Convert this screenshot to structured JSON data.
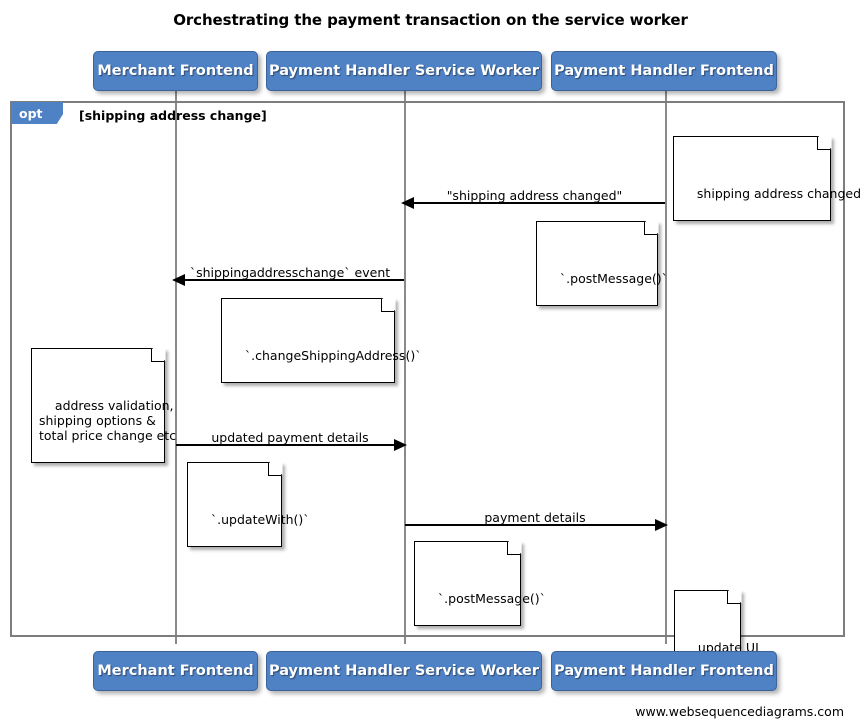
{
  "diagram": {
    "title": "Orchestrating the payment transaction on the service worker",
    "type": "sequence-diagram",
    "credit": "www.websequencediagrams.com",
    "colors": {
      "participant_fill": "#4F81C5",
      "participant_border": "#3B6399",
      "participant_text": "#FFFFFF",
      "frame_border": "#7D7D7D",
      "lifeline": "#8A8A8A",
      "message": "#000000",
      "note_fill": "#FFFFFF",
      "note_border": "#000000",
      "background": "#FFFFFF"
    }
  },
  "participants": [
    {
      "id": "merchant",
      "label": "Merchant Frontend"
    },
    {
      "id": "sw",
      "label": "Payment Handler Service Worker"
    },
    {
      "id": "ph",
      "label": "Payment Handler Frontend"
    }
  ],
  "fragment": {
    "operator": "opt",
    "guard": "[shipping address change]"
  },
  "messages": [
    {
      "label": "\"shipping address changed\"",
      "from": "ph",
      "to": "sw",
      "direction": "left"
    },
    {
      "label": "`shippingaddresschange` event",
      "from": "sw",
      "to": "merchant",
      "direction": "left"
    },
    {
      "label": "updated payment details",
      "from": "merchant",
      "to": "sw",
      "direction": "right"
    },
    {
      "label": "payment details",
      "from": "sw",
      "to": "ph",
      "direction": "right"
    }
  ],
  "notes": [
    {
      "id": "note-shipping-address-changed",
      "text": "shipping address changed",
      "on": "ph"
    },
    {
      "id": "note-post-message-1",
      "text": "`.postMessage()`",
      "on": "ph"
    },
    {
      "id": "note-change-shipping-address",
      "text": "`.changeShippingAddress()`",
      "on": "sw"
    },
    {
      "id": "note-address-validation",
      "text": "address validation,\nshipping options &\ntotal price change etc",
      "on": "merchant"
    },
    {
      "id": "note-update-with",
      "text": "`.updateWith()`",
      "on": "merchant"
    },
    {
      "id": "note-post-message-2",
      "text": "`.postMessage()`",
      "on": "sw"
    },
    {
      "id": "note-update-ui",
      "text": "update UI",
      "on": "ph"
    }
  ],
  "footer_participants": [
    {
      "id": "merchant-footer",
      "label": "Merchant Frontend"
    },
    {
      "id": "sw-footer",
      "label": "Payment Handler Service Worker"
    },
    {
      "id": "ph-footer",
      "label": "Payment Handler Frontend"
    }
  ]
}
